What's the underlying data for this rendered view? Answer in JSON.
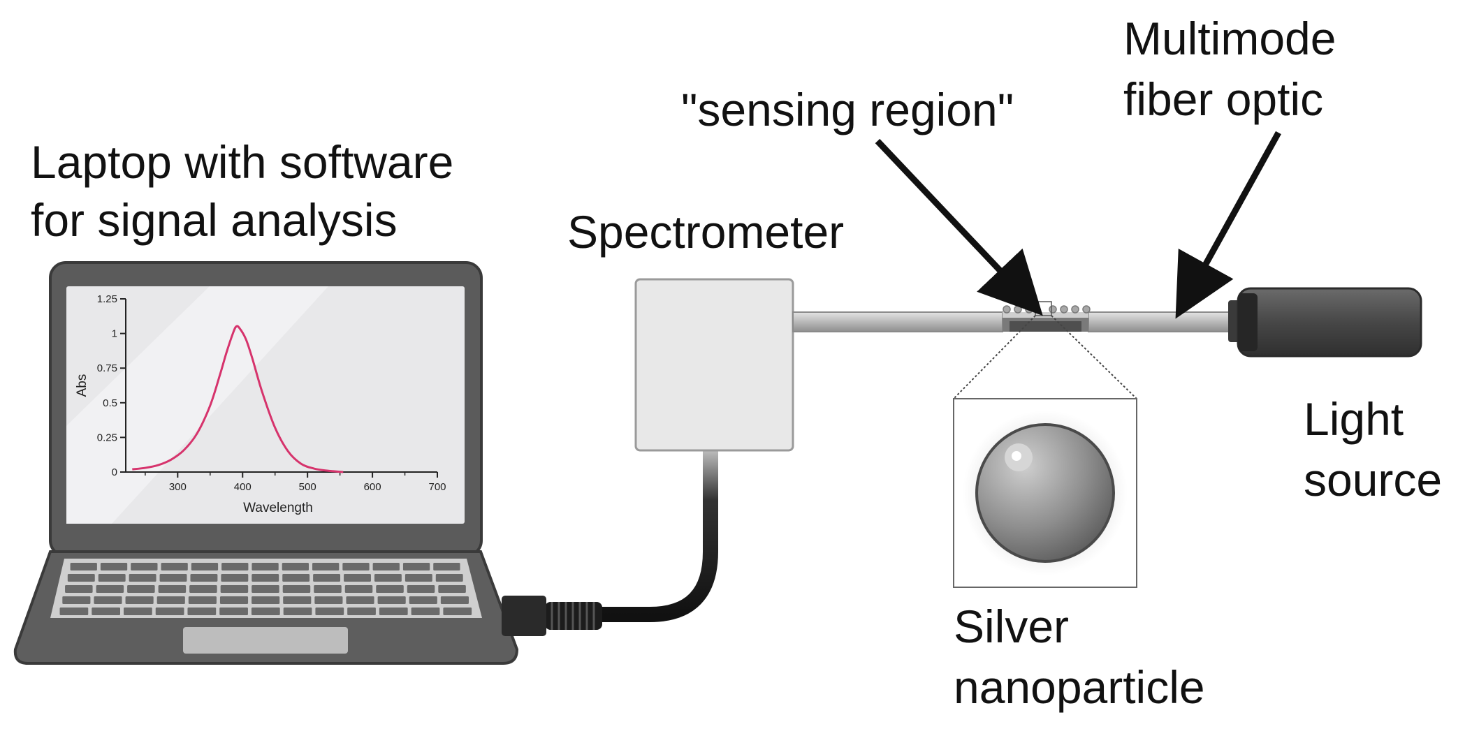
{
  "labels": {
    "laptop_line1": "Laptop with software",
    "laptop_line2": "for signal analysis",
    "spectrometer": "Spectrometer",
    "sensing_region": "\"sensing region\"",
    "fiber_line1": "Multimode",
    "fiber_line2": "fiber optic",
    "light_line1": "Light",
    "light_line2": "source",
    "particle_line1": "Silver",
    "particle_line2": "nanoparticle"
  },
  "chart_data": {
    "type": "line",
    "title": "",
    "xlabel": "Wavelength",
    "ylabel": "Abs",
    "xlim": [
      220,
      700
    ],
    "ylim": [
      0,
      1.25
    ],
    "xticks": [
      300,
      400,
      500,
      600,
      700
    ],
    "yticks": [
      0,
      0.25,
      0.5,
      0.75,
      1,
      1.25
    ],
    "ytick_labels": [
      "0",
      "0.25",
      "0.5",
      "0.75",
      "1",
      "1.25"
    ],
    "series": [
      {
        "color": "#d6336c",
        "x": [
          230,
          250,
          270,
          290,
          310,
          330,
          350,
          365,
          375,
          385,
          390,
          395,
          405,
          415,
          430,
          450,
          470,
          490,
          510,
          530,
          555
        ],
        "y": [
          0.02,
          0.03,
          0.05,
          0.09,
          0.16,
          0.28,
          0.48,
          0.7,
          0.86,
          1.0,
          1.05,
          1.04,
          0.96,
          0.82,
          0.58,
          0.32,
          0.15,
          0.06,
          0.025,
          0.01,
          0.0
        ]
      }
    ]
  }
}
